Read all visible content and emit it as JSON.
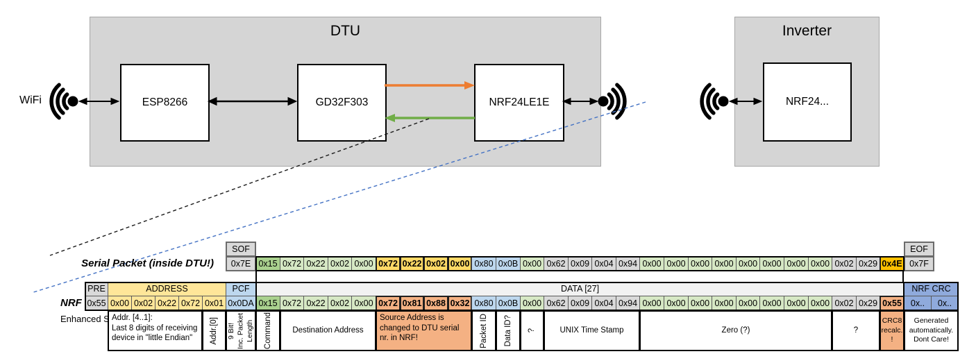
{
  "diagram": {
    "wifi_label": "WiFi",
    "dtu": {
      "title": "DTU",
      "components": [
        "ESP8266",
        "GD32F303",
        "NRF24LE1E"
      ]
    },
    "inverter": {
      "title": "Inverter",
      "component": "NRF24..."
    },
    "colors": {
      "orange_arrow": "#ED7D31",
      "green_arrow": "#70AD47",
      "blue_dashed_line": "#4472C4",
      "container_fill": "#d5d5d5"
    }
  },
  "serial_packet": {
    "label": "Serial Packet (inside DTU!)",
    "sof": {
      "header": "SOF",
      "value": "0x7E"
    },
    "eof": {
      "header": "EOF",
      "value": "0x7F"
    },
    "bytes": [
      {
        "v": "0x15",
        "s": "gd"
      },
      {
        "v": "0x72",
        "s": "gl"
      },
      {
        "v": "0x22",
        "s": "gl"
      },
      {
        "v": "0x02",
        "s": "gl"
      },
      {
        "v": "0x00",
        "s": "gl"
      },
      {
        "v": "0x72",
        "s": "yb"
      },
      {
        "v": "0x22",
        "s": "yb"
      },
      {
        "v": "0x02",
        "s": "yb"
      },
      {
        "v": "0x00",
        "s": "yb"
      },
      {
        "v": "0x80",
        "s": "bl"
      },
      {
        "v": "0x0B",
        "s": "bl"
      },
      {
        "v": "0x00",
        "s": "gl"
      },
      {
        "v": "0x62",
        "s": "gr"
      },
      {
        "v": "0x09",
        "s": "gr"
      },
      {
        "v": "0x04",
        "s": "gr"
      },
      {
        "v": "0x94",
        "s": "gr"
      },
      {
        "v": "0x00",
        "s": "gl"
      },
      {
        "v": "0x00",
        "s": "gl"
      },
      {
        "v": "0x00",
        "s": "gl"
      },
      {
        "v": "0x00",
        "s": "gl"
      },
      {
        "v": "0x00",
        "s": "gl"
      },
      {
        "v": "0x00",
        "s": "gl"
      },
      {
        "v": "0x00",
        "s": "gl"
      },
      {
        "v": "0x00",
        "s": "gl"
      },
      {
        "v": "0x02",
        "s": "gr"
      },
      {
        "v": "0x29",
        "s": "gr"
      },
      {
        "v": "0x4E",
        "s": "am"
      }
    ]
  },
  "nrf_packet": {
    "label": "NRF Packet",
    "sublabel": "Enhanced Shockburst",
    "pre": {
      "header": "PRE",
      "value": "0x55"
    },
    "address": {
      "header": "ADDRESS",
      "values": [
        "0x00",
        "0x02",
        "0x22",
        "0x72",
        "0x01"
      ]
    },
    "pcf": {
      "header": "PCF",
      "value": "0x0DA"
    },
    "data_header": "DATA [27]",
    "bytes": [
      {
        "v": "0x15",
        "s": "gd"
      },
      {
        "v": "0x72",
        "s": "gl"
      },
      {
        "v": "0x22",
        "s": "gl"
      },
      {
        "v": "0x02",
        "s": "gl"
      },
      {
        "v": "0x00",
        "s": "gl"
      },
      {
        "v": "0x72",
        "s": "sb"
      },
      {
        "v": "0x81",
        "s": "sb"
      },
      {
        "v": "0x88",
        "s": "sb"
      },
      {
        "v": "0x32",
        "s": "sb"
      },
      {
        "v": "0x80",
        "s": "bl"
      },
      {
        "v": "0x0B",
        "s": "bl"
      },
      {
        "v": "0x00",
        "s": "gl"
      },
      {
        "v": "0x62",
        "s": "gr"
      },
      {
        "v": "0x09",
        "s": "gr"
      },
      {
        "v": "0x04",
        "s": "gr"
      },
      {
        "v": "0x94",
        "s": "gr"
      },
      {
        "v": "0x00",
        "s": "gl"
      },
      {
        "v": "0x00",
        "s": "gl"
      },
      {
        "v": "0x00",
        "s": "gl"
      },
      {
        "v": "0x00",
        "s": "gl"
      },
      {
        "v": "0x00",
        "s": "gl"
      },
      {
        "v": "0x00",
        "s": "gl"
      },
      {
        "v": "0x00",
        "s": "gl"
      },
      {
        "v": "0x00",
        "s": "gl"
      },
      {
        "v": "0x02",
        "s": "gr"
      },
      {
        "v": "0x29",
        "s": "gr"
      },
      {
        "v": "0x55",
        "s": "sb"
      }
    ],
    "crc": {
      "header": "NRF CRC",
      "values": [
        "0x..",
        "0x.."
      ]
    }
  },
  "annotations": [
    {
      "id": "addr-4-1",
      "text": "Addr. [4..1]:\nLast 8 digits of receiving\ndevice in \"little Endian\"",
      "zone": "address",
      "start": 0,
      "end": 3,
      "align": "left"
    },
    {
      "id": "addr-0",
      "text": "Addr.[0]",
      "zone": "address",
      "start": 4,
      "end": 4,
      "vertical": true
    },
    {
      "id": "pcf-note",
      "text": "9 Bit!\nInc. Packet\nLength",
      "zone": "pcf",
      "vertical": true,
      "small": true
    },
    {
      "id": "command",
      "text": "Command",
      "zone": "data",
      "start": 0,
      "end": 0,
      "vertical": true
    },
    {
      "id": "dest-address",
      "text": "Destination Address",
      "zone": "data",
      "start": 1,
      "end": 4
    },
    {
      "id": "src-address",
      "text": "Source Address is\nchanged to DTU serial\nnr. in NRF!",
      "zone": "data",
      "start": 5,
      "end": 8,
      "bg": "salmon",
      "align": "left"
    },
    {
      "id": "packet-id",
      "text": "Packet ID",
      "zone": "data",
      "start": 9,
      "end": 9,
      "vertical": true
    },
    {
      "id": "data-id",
      "text": "Data ID?",
      "zone": "data",
      "start": 10,
      "end": 10,
      "vertical": true
    },
    {
      "id": "unknown-1",
      "text": "?",
      "zone": "data",
      "start": 11,
      "end": 11,
      "vertical": true
    },
    {
      "id": "unix-timestamp",
      "text": "UNIX Time Stamp",
      "zone": "data",
      "start": 12,
      "end": 15
    },
    {
      "id": "zero",
      "text": "Zero (?)",
      "zone": "data",
      "start": 16,
      "end": 23
    },
    {
      "id": "unknown-2",
      "text": "?",
      "zone": "data",
      "start": 24,
      "end": 25
    },
    {
      "id": "crc8",
      "text": "CRC8 recalc.\n!",
      "zone": "data",
      "start": 26,
      "end": 26,
      "bg": "salmon",
      "small": true
    },
    {
      "id": "generated",
      "text": "Generated\nautomatically.\nDont Care!",
      "zone": "crc",
      "small": true
    }
  ]
}
